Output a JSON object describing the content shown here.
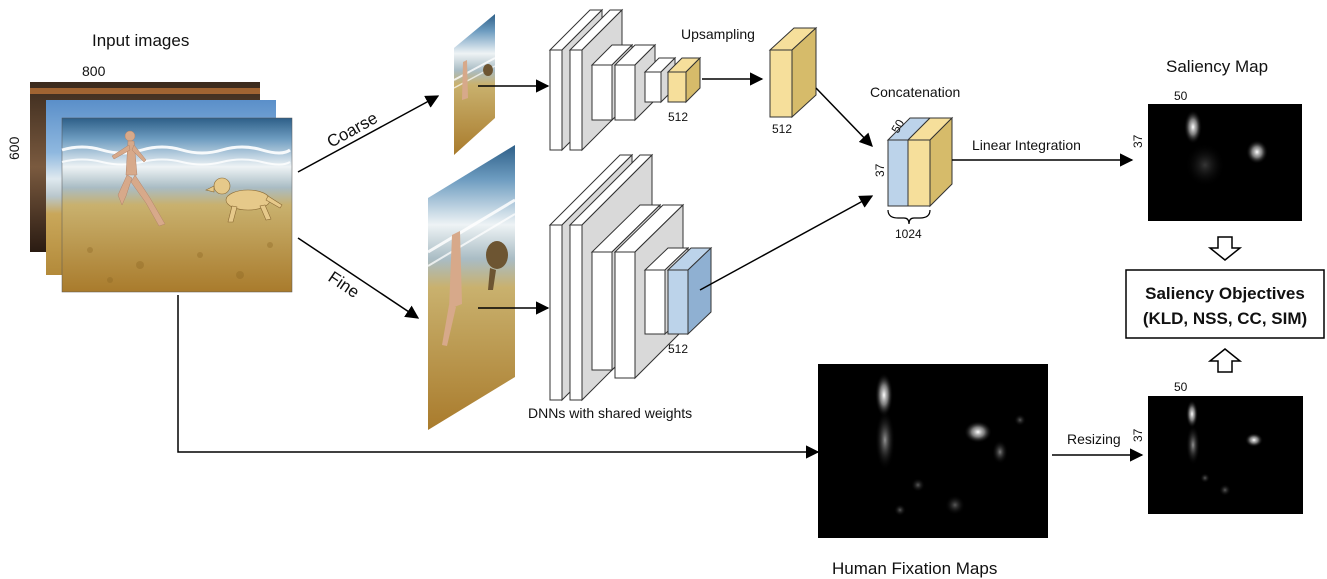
{
  "labels": {
    "input_images": "Input images",
    "width_800": "800",
    "height_600": "600",
    "coarse": "Coarse",
    "fine": "Fine",
    "upsampling": "Upsampling",
    "channels_top": "512",
    "channels_upsampled": "512",
    "channels_bottom": "512",
    "concatenation": "Concatenation",
    "concat_h": "37",
    "concat_w": "50",
    "concat_channels": "1024",
    "shared_weights": "DNNs with shared weights",
    "linear_integration": "Linear Integration",
    "saliency_map": "Saliency Map",
    "map_w": "50",
    "map_h": "37",
    "objectives_line1": "Saliency Objectives",
    "objectives_line2": "(KLD, NSS, CC, SIM)",
    "fixation_maps": "Human Fixation Maps",
    "resizing": "Resizing",
    "gt_w": "50",
    "gt_h": "37"
  },
  "colors": {
    "conv_gray": "#d9d9d9",
    "conv_white": "#ffffff",
    "feature_yellow": "#f6df9b",
    "feature_yellow_dark": "#d6bb6a",
    "feature_blue": "#bcd3ea",
    "feature_blue_dark": "#8fb0d2",
    "map_background": "#000000"
  }
}
